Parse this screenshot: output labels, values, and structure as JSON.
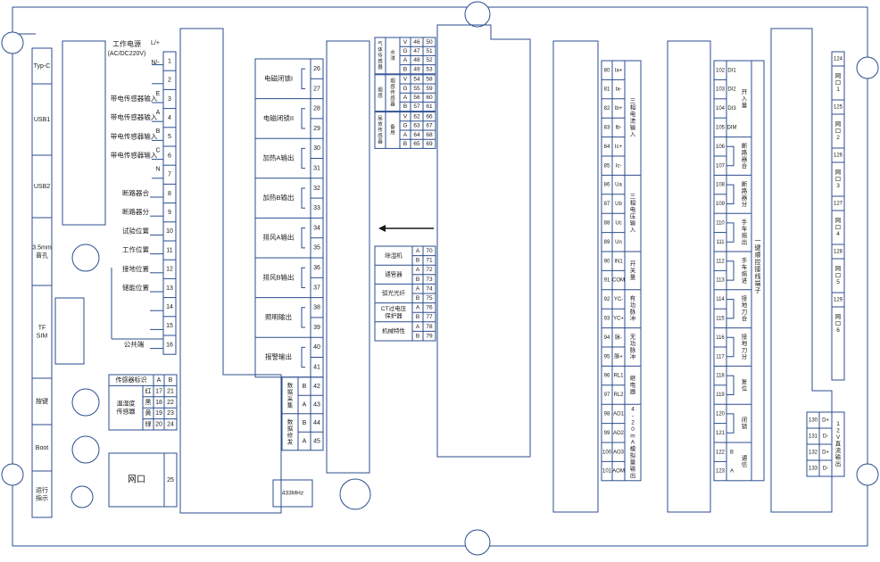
{
  "left_ports": [
    "Typ-C",
    "USB1",
    "USB2",
    "3.5mm\n音孔",
    "TF\nSIM",
    "按键",
    "Boot",
    "运行\n指示"
  ],
  "power": {
    "label": "工作电源",
    "sub": "(AC/DC220V)",
    "l": "L/+",
    "n": "N/-"
  },
  "left_terminals": [
    {
      "n": "1",
      "label": ""
    },
    {
      "n": "2",
      "label": ""
    },
    {
      "n": "3",
      "label": "带电传感器输入",
      "tag": "E"
    },
    {
      "n": "4",
      "label": "带电传感器输入",
      "tag": "A"
    },
    {
      "n": "5",
      "label": "带电传感器输入",
      "tag": "B"
    },
    {
      "n": "6",
      "label": "带电传感器输入",
      "tag": "C"
    },
    {
      "n": "7",
      "label": "",
      "tag": "N"
    },
    {
      "n": "8",
      "label": "断路器合"
    },
    {
      "n": "9",
      "label": "断路器分"
    },
    {
      "n": "10",
      "label": "试验位置"
    },
    {
      "n": "11",
      "label": "工作位置"
    },
    {
      "n": "12",
      "label": "接地位置"
    },
    {
      "n": "13",
      "label": "储能位置"
    },
    {
      "n": "14",
      "label": ""
    },
    {
      "n": "15",
      "label": ""
    },
    {
      "n": "16",
      "label": "公共端"
    }
  ],
  "sensor_table": {
    "header": [
      "传感器标识",
      "A",
      "B"
    ],
    "group": "温湿度\n传感器",
    "rows": [
      {
        "color": "红",
        "a": "17",
        "b": "21"
      },
      {
        "color": "黑",
        "a": "18",
        "b": "22"
      },
      {
        "color": "黄",
        "a": "19",
        "b": "23"
      },
      {
        "color": "绿",
        "a": "20",
        "b": "24"
      }
    ]
  },
  "network_port": {
    "label": "网口",
    "n": "25"
  },
  "relay_outputs": [
    {
      "label": "电磁闭锁I",
      "a": "26",
      "b": "27"
    },
    {
      "label": "电磁闭锁II",
      "a": "28",
      "b": "29"
    },
    {
      "label": "加热A输出",
      "a": "30",
      "b": "31"
    },
    {
      "label": "加热B输出",
      "a": "32",
      "b": "33"
    },
    {
      "label": "排风A输出",
      "a": "34",
      "b": "35"
    },
    {
      "label": "排风B输出",
      "a": "36",
      "b": "37"
    },
    {
      "label": "照明输出",
      "a": "38",
      "b": "39"
    },
    {
      "label": "报警输出",
      "a": "40",
      "b": "41"
    }
  ],
  "data_collect": [
    {
      "label": "数据采集",
      "rows": [
        {
          "ab": "B",
          "n": "42"
        },
        {
          "ab": "A",
          "n": "43"
        }
      ]
    },
    {
      "label": "数据修发",
      "rows": [
        {
          "ab": "B",
          "n": "44"
        },
        {
          "ab": "A",
          "n": "45"
        }
      ]
    }
  ],
  "lora_label": "433MHz",
  "gas_sensors": [
    {
      "name": "气体传感器",
      "sub": "水浸",
      "rows": [
        [
          "V",
          "46",
          "50"
        ],
        [
          "G",
          "47",
          "51"
        ],
        [
          "A",
          "48",
          "52"
        ],
        [
          "B",
          "49",
          "53"
        ]
      ]
    },
    {
      "name": "烟感",
      "sub": "烟感传感器",
      "rows": [
        [
          "V",
          "54",
          "58"
        ],
        [
          "G",
          "55",
          "59"
        ],
        [
          "A",
          "56",
          "60"
        ],
        [
          "B",
          "57",
          "61"
        ]
      ]
    },
    {
      "name": "局放传感器",
      "sub": "备用",
      "rows": [
        [
          "V",
          "62",
          "66"
        ],
        [
          "G",
          "63",
          "67"
        ],
        [
          "A",
          "64",
          "68"
        ],
        [
          "B",
          "65",
          "69"
        ]
      ]
    }
  ],
  "aux_devices": [
    {
      "label": "除湿机",
      "rows": [
        [
          "A",
          "70"
        ],
        [
          "B",
          "71"
        ]
      ]
    },
    {
      "label": "通管器",
      "rows": [
        [
          "A",
          "72"
        ],
        [
          "B",
          "73"
        ]
      ]
    },
    {
      "label": "弧光光纤",
      "rows": [
        [
          "A",
          "74"
        ],
        [
          "B",
          "75"
        ]
      ]
    },
    {
      "label": "CT过电压\n保护器",
      "rows": [
        [
          "A",
          "76"
        ],
        [
          "B",
          "77"
        ]
      ]
    },
    {
      "label": "机械特性",
      "rows": [
        [
          "A",
          "78"
        ],
        [
          "B",
          "79"
        ]
      ]
    }
  ],
  "analog_terminals": [
    [
      "80",
      "Ia+"
    ],
    [
      "81",
      "Ia-"
    ],
    [
      "82",
      "Ib+"
    ],
    [
      "83",
      "Ib-"
    ],
    [
      "84",
      "Ic+"
    ],
    [
      "85",
      "Ic-"
    ],
    [
      "86",
      "Ua"
    ],
    [
      "87",
      "Ub"
    ],
    [
      "88",
      "Uc"
    ],
    [
      "89",
      "Un"
    ],
    [
      "90",
      "IN1"
    ],
    [
      "91",
      "COM"
    ],
    [
      "92",
      "YC-"
    ],
    [
      "93",
      "YC+"
    ],
    [
      "94",
      "脉-"
    ],
    [
      "95",
      "脉+"
    ],
    [
      "96",
      "RL1"
    ],
    [
      "97",
      "RL2"
    ],
    [
      "98",
      "AO1"
    ],
    [
      "99",
      "AO2"
    ],
    [
      "100",
      "AO3"
    ],
    [
      "101",
      "AOM"
    ]
  ],
  "analog_groups": [
    {
      "label": "三相电流输入",
      "from": 0,
      "count": 6
    },
    {
      "label": "三相电压输入",
      "from": 6,
      "count": 4
    },
    {
      "label": "开关量",
      "from": 10,
      "count": 2
    },
    {
      "label": "有功脉冲",
      "from": 12,
      "count": 2
    },
    {
      "label": "无功脉冲",
      "from": 14,
      "count": 2
    },
    {
      "label": "继电器",
      "from": 16,
      "count": 2
    },
    {
      "label": "4-20mA\n模拟量输出",
      "from": 18,
      "count": 4
    }
  ],
  "control_terminals": [
    [
      "102",
      "DI1"
    ],
    [
      "103",
      "DI2"
    ],
    [
      "104",
      "DI3"
    ],
    [
      "105",
      "DIM"
    ],
    [
      "106",
      ""
    ],
    [
      "107",
      ""
    ],
    [
      "108",
      ""
    ],
    [
      "109",
      ""
    ],
    [
      "110",
      ""
    ],
    [
      "111",
      ""
    ],
    [
      "112",
      ""
    ],
    [
      "113",
      ""
    ],
    [
      "114",
      ""
    ],
    [
      "115",
      ""
    ],
    [
      "116",
      ""
    ],
    [
      "117",
      ""
    ],
    [
      "118",
      ""
    ],
    [
      "119",
      ""
    ],
    [
      "120",
      ""
    ],
    [
      "121",
      ""
    ],
    [
      "122",
      "B"
    ],
    [
      "123",
      "A"
    ]
  ],
  "control_groups": [
    {
      "label": "开入量",
      "from": 0,
      "count": 4
    },
    {
      "label": "断路器合",
      "from": 4,
      "count": 2
    },
    {
      "label": "断路器分",
      "from": 6,
      "count": 2
    },
    {
      "label": "手车摇出",
      "from": 8,
      "count": 2
    },
    {
      "label": "手车摇进",
      "from": 10,
      "count": 2
    },
    {
      "label": "接地刀合",
      "from": 12,
      "count": 2
    },
    {
      "label": "接地刀分",
      "from": 14,
      "count": 2
    },
    {
      "label": "复位",
      "from": 16,
      "count": 2
    },
    {
      "label": "闭锁",
      "from": 18,
      "count": 2
    },
    {
      "label": "通信",
      "from": 20,
      "count": 2
    }
  ],
  "control_side_label": "一键顺控接线端子",
  "right_ports": [
    {
      "n": "124",
      "label": "网口1"
    },
    {
      "n": "125",
      "label": "网口2"
    },
    {
      "n": "126",
      "label": "网口3"
    },
    {
      "n": "127",
      "label": "网口4"
    },
    {
      "n": "128",
      "label": "网口5"
    },
    {
      "n": "129",
      "label": "网口6"
    }
  ],
  "dc_output": {
    "rows": [
      [
        "130",
        "D+"
      ],
      [
        "131",
        "D-"
      ],
      [
        "132",
        "D+"
      ],
      [
        "133",
        "D-"
      ]
    ],
    "label": "12V直流输出"
  },
  "colors": {
    "line": "#2b4d8f",
    "text": "#1a1a1a",
    "bg": "#ffffff"
  }
}
